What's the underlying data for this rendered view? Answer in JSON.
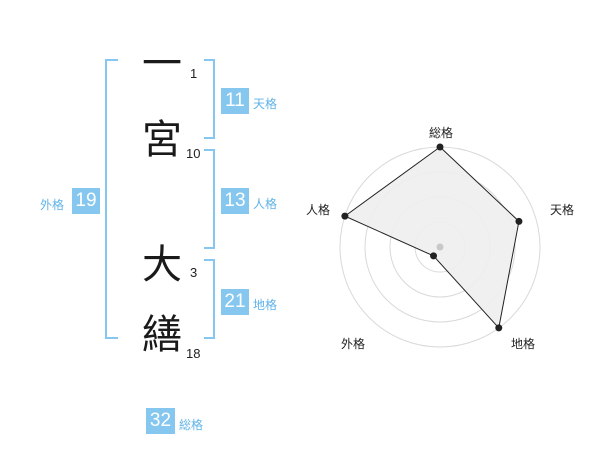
{
  "name": {
    "chars": [
      {
        "char": "一",
        "strokes": "1"
      },
      {
        "char": "宮",
        "strokes": "10"
      },
      {
        "char": "大",
        "strokes": "3"
      },
      {
        "char": "繕",
        "strokes": "18"
      }
    ]
  },
  "fortune": {
    "tenkaku": {
      "value": "11",
      "label": "天格"
    },
    "jinkaku": {
      "value": "13",
      "label": "人格"
    },
    "chikaku": {
      "value": "21",
      "label": "地格"
    },
    "gaikaku": {
      "value": "19",
      "label": "外格"
    },
    "soukaku": {
      "value": "32",
      "label": "総格"
    }
  },
  "radar": {
    "axes": [
      "総格",
      "天格",
      "地格",
      "外格",
      "人格"
    ],
    "scores": [
      1.0,
      0.83,
      1.0,
      0.11,
      1.0
    ],
    "max": 1.0,
    "rings": 4,
    "line_color": "#222222",
    "fill_color": "#eeeeee"
  },
  "colors": {
    "accent": "#86c7f0",
    "label": "#5fb3e8"
  }
}
